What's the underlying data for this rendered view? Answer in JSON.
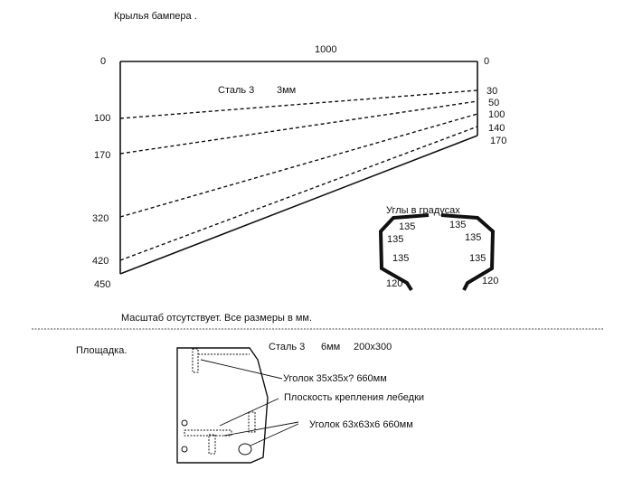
{
  "top": {
    "title": "Крылья  бампера .",
    "width_label": "1000",
    "material_label": "Сталь 3",
    "thickness_label": "3мм",
    "left_dims": [
      "0",
      "100",
      "170",
      "320",
      "420",
      "450"
    ],
    "right_dims": [
      "0",
      "30",
      "50",
      "100",
      "140",
      "170"
    ],
    "angles_title": "Углы  в  градусах",
    "angle_values_left": [
      "135",
      "135",
      "135",
      "120"
    ],
    "angle_values_right": [
      "135",
      "135",
      "135",
      "120"
    ],
    "note": "Масштаб  отсутствует.  Все  размеры  в  мм."
  },
  "bottom": {
    "title": "Площадка.",
    "material_label": "Сталь 3",
    "thickness_label": "6мм",
    "size_label": "200x300",
    "callout_angle_small": "Уголок  35х35х?   660мм",
    "callout_plane": "Плоскость  крепления  лебедки",
    "callout_angle_large": "Уголок  63х63х6    660мм"
  }
}
